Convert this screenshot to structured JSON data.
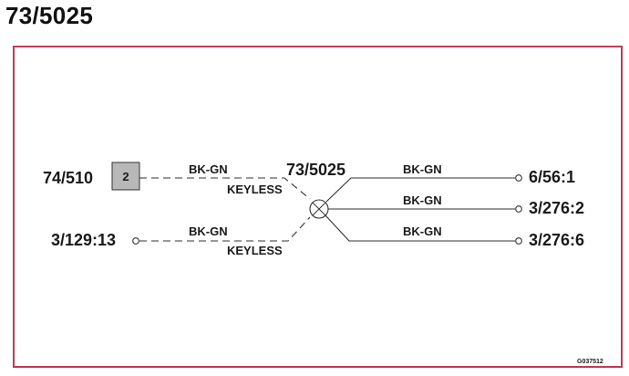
{
  "page": {
    "title": "73/5025"
  },
  "diagram": {
    "splice": {
      "label": "73/5025"
    },
    "connector": {
      "name": "74/510",
      "pin": "2"
    },
    "left_inputs": [
      {
        "label": "74/510",
        "wire": "BK-GN",
        "note": "KEYLESS"
      },
      {
        "label": "3/129:13",
        "wire": "BK-GN",
        "note": "KEYLESS"
      }
    ],
    "right_outputs": [
      {
        "label": "6/56:1",
        "wire": "BK-GN"
      },
      {
        "label": "3/276:2",
        "wire": "BK-GN"
      },
      {
        "label": "3/276:6",
        "wire": "BK-GN"
      }
    ],
    "figure_code": "G037512"
  },
  "colors": {
    "frame": "#c0395a",
    "connector_fill": "#b8b8b8"
  }
}
